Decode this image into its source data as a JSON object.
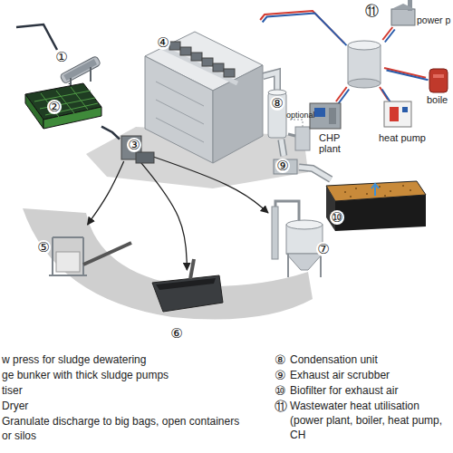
{
  "diagram": {
    "nodes": [
      {
        "text": [
          "①"
        ]
      },
      {
        "text": [
          "②"
        ]
      },
      {
        "text": [
          "③"
        ]
      },
      {
        "text": [
          "④"
        ]
      },
      {
        "text": [
          "⑤"
        ]
      },
      {
        "text": [
          "⑥"
        ]
      },
      {
        "text": [
          "⑦"
        ]
      },
      {
        "text": [
          "⑧"
        ]
      },
      {
        "text": [
          "⑨"
        ]
      },
      {
        "text": [
          "⑩"
        ]
      },
      {
        "text": [
          "⑪"
        ]
      },
      {
        "text": [
          "power p"
        ]
      },
      {
        "text": [
          "boile"
        ]
      },
      {
        "text": [
          "heat pump"
        ]
      },
      {
        "text": [
          "CHP plant"
        ]
      }
    ],
    "edges": [
      {
        "from": 0,
        "to": 1,
        "arrow": "none"
      },
      {
        "from": 1,
        "to": 2,
        "arrow": "none"
      },
      {
        "from": 3,
        "to": 7,
        "arrow": "none"
      },
      {
        "from": 7,
        "to": 8,
        "arrow": "none"
      },
      {
        "from": 8,
        "to": 9,
        "arrow": "none"
      },
      {
        "from": 2,
        "to": 4,
        "arrow": "to"
      },
      {
        "from": 2,
        "to": 5,
        "arrow": "to"
      },
      {
        "from": 2,
        "to": 6,
        "arrow": "to"
      },
      {
        "from": 10,
        "to": 3,
        "arrow": "none"
      },
      {
        "from": 10,
        "to": 11,
        "arrow": "none"
      },
      {
        "from": 10,
        "to": 12,
        "arrow": "none"
      },
      {
        "from": 10,
        "to": 13,
        "arrow": "none"
      },
      {
        "from": 10,
        "to": 14,
        "arrow": "none"
      }
    ],
    "labels": [
      "optional",
      "⑧",
      "⑨",
      "⑩",
      "⑪"
    ],
    "legend": [
      {
        "text": "w press for sludge dewatering"
      },
      {
        "text": "ge bunker with thick sludge pumps"
      },
      {
        "text": "tiser"
      },
      {
        "text": "Dryer"
      },
      {
        "text": "Granulate discharge to big bags, open containers or silos"
      },
      {
        "text": "Condensation unit"
      },
      {
        "text": "Exhaust air scrubber"
      },
      {
        "text": "Biofilter for exhaust air"
      },
      {
        "text": "Wastewater heat utilisation (power plant, boiler, heat pump, CH"
      }
    ]
  }
}
